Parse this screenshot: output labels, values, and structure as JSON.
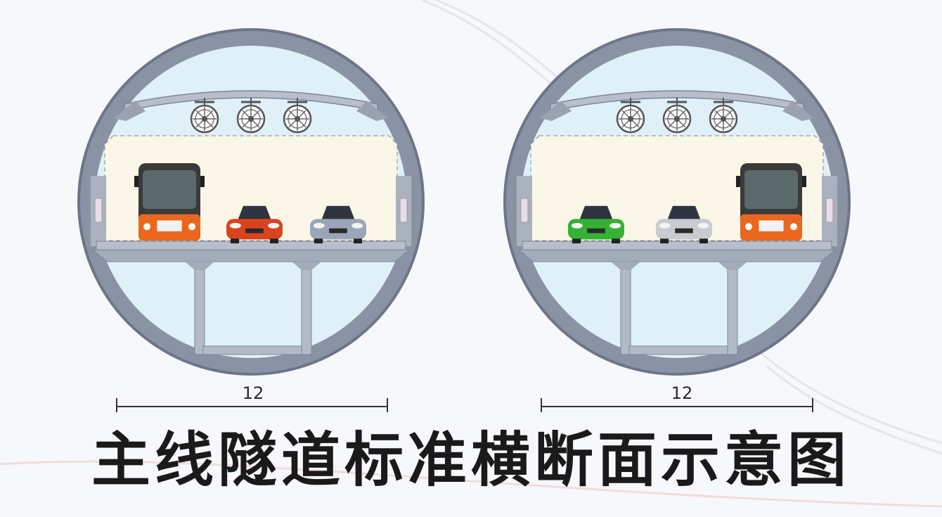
{
  "caption": "主线隧道标准横断面示意图",
  "tunnels": [
    {
      "id": "left",
      "dimension": "12",
      "vehicles": [
        "bus",
        "sedan",
        "sedan"
      ],
      "vehicle_colors": [
        "#e9671f",
        "#d9431e",
        "#9aa6b8"
      ]
    },
    {
      "id": "right",
      "dimension": "12",
      "vehicles": [
        "sedan",
        "sedan",
        "bus"
      ],
      "vehicle_colors": [
        "#35b233",
        "#c8ccd2",
        "#e9671f"
      ]
    }
  ],
  "colors": {
    "background": "#f6f8fb",
    "ring": "#8a93a4",
    "ring_dark": "#6d7587",
    "inner": "#dff0f9",
    "traffic_space": "#faf7e8",
    "text": "#1a1a1a"
  },
  "icons": [
    "jet-fan-icon"
  ]
}
